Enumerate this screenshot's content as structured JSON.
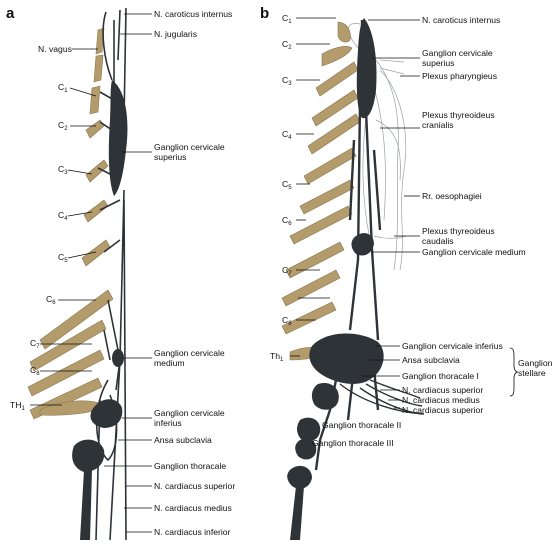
{
  "panel_a": {
    "letter": "a",
    "labels": {
      "car_int": "N. caroticus internus",
      "jugularis": "N. jugularis",
      "vagus": "N. vagus",
      "gcs": "Ganglion cervicale\nsuperius",
      "gcm": "Ganglion cervicale\nmedium",
      "gci": "Ganglion cervicale\ninferius",
      "ansa": "Ansa subclavia",
      "gth": "Ganglion thoracale",
      "card_sup": "N. cardiacus superior",
      "card_med": "N. cardiacus medius",
      "card_inf": "N. cardiacus inferior"
    },
    "nerve_roots": [
      {
        "main": "C",
        "sub": "1"
      },
      {
        "main": "C",
        "sub": "2"
      },
      {
        "main": "C",
        "sub": "3"
      },
      {
        "main": "C",
        "sub": "4"
      },
      {
        "main": "C",
        "sub": "5"
      },
      {
        "main": "C",
        "sub": "6"
      },
      {
        "main": "C",
        "sub": "7"
      },
      {
        "main": "C",
        "sub": "8"
      },
      {
        "main": "TH",
        "sub": "1"
      }
    ]
  },
  "panel_b": {
    "letter": "b",
    "labels": {
      "car_int": "N. caroticus internus",
      "gcs": "Ganglion cervicale\nsuperius",
      "plex_phar": "Plexus pharyngieus",
      "plex_thy_cr": "Plexus thyreoideus\ncranialis",
      "oes": "Rr. oesophagiei",
      "plex_thy_ca": "Plexus thyreoideus\ncaudalis",
      "gcm": "Ganglion cervicale medium",
      "gci": "Ganglion cervicale inferius",
      "ansa": "Ansa subclavia",
      "gth1": "Ganglion thoracale I",
      "card_sup": "N. cardiacus superior",
      "card_med": "N. cardiacus medius",
      "card_sup2": "N. cardiacus superior",
      "gth2": "Ganglion thoracale II",
      "gth3": "Ganglion thoracale III",
      "stellare": "Ganglion\nstellare"
    },
    "nerve_roots": [
      {
        "main": "C",
        "sub": "1"
      },
      {
        "main": "C",
        "sub": "2"
      },
      {
        "main": "C",
        "sub": "3"
      },
      {
        "main": "C",
        "sub": "4"
      },
      {
        "main": "C",
        "sub": "5"
      },
      {
        "main": "C",
        "sub": "6"
      },
      {
        "main": "C",
        "sub": "7"
      },
      {
        "main": "C",
        "sub": "8"
      },
      {
        "main": "Th",
        "sub": "1"
      }
    ]
  },
  "colors": {
    "nerve_root": "#b39b6b",
    "nerve_root_edge": "#8a7650",
    "ganglion": "#2e3338",
    "thin_nerve": "#9aa0a6",
    "leader": "#111111"
  }
}
